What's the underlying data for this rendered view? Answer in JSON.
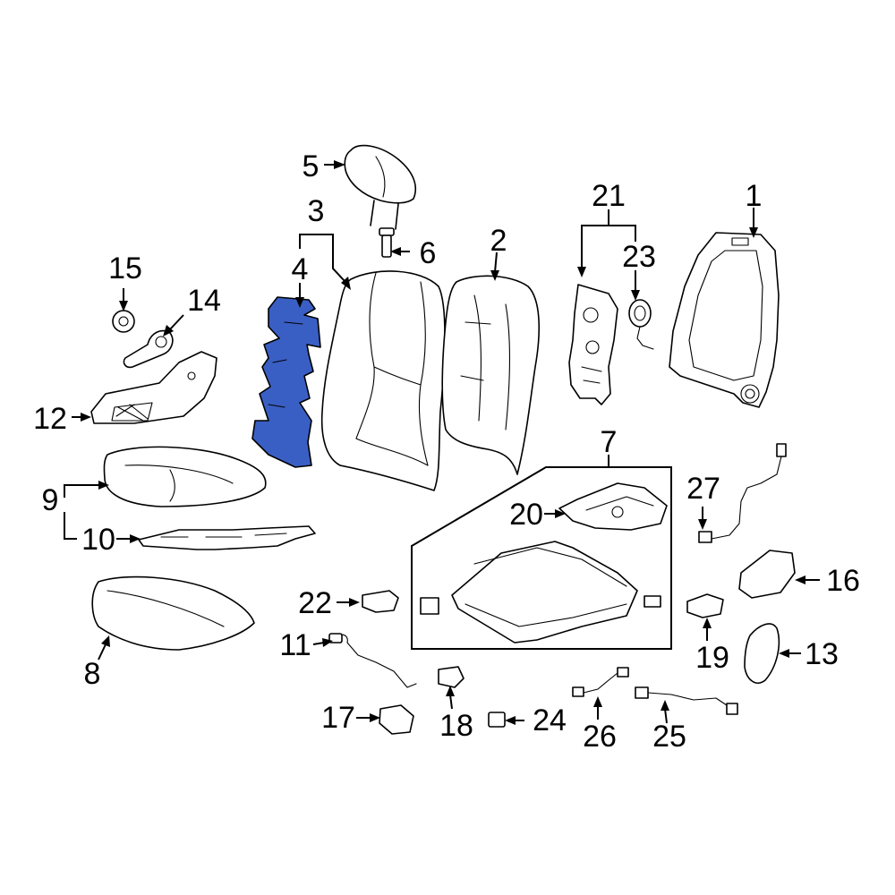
{
  "diagram": {
    "highlight_color": "#3a5fc4",
    "callouts": {
      "c1": "1",
      "c2": "2",
      "c3": "3",
      "c4": "4",
      "c5": "5",
      "c6": "6",
      "c7": "7",
      "c8": "8",
      "c9": "9",
      "c10": "10",
      "c11": "11",
      "c12": "12",
      "c13": "13",
      "c14": "14",
      "c15": "15",
      "c16": "16",
      "c17": "17",
      "c18": "18",
      "c19": "19",
      "c20": "20",
      "c21": "21",
      "c22": "22",
      "c23": "23",
      "c24": "24",
      "c25": "25",
      "c26": "26",
      "c27": "27"
    }
  }
}
